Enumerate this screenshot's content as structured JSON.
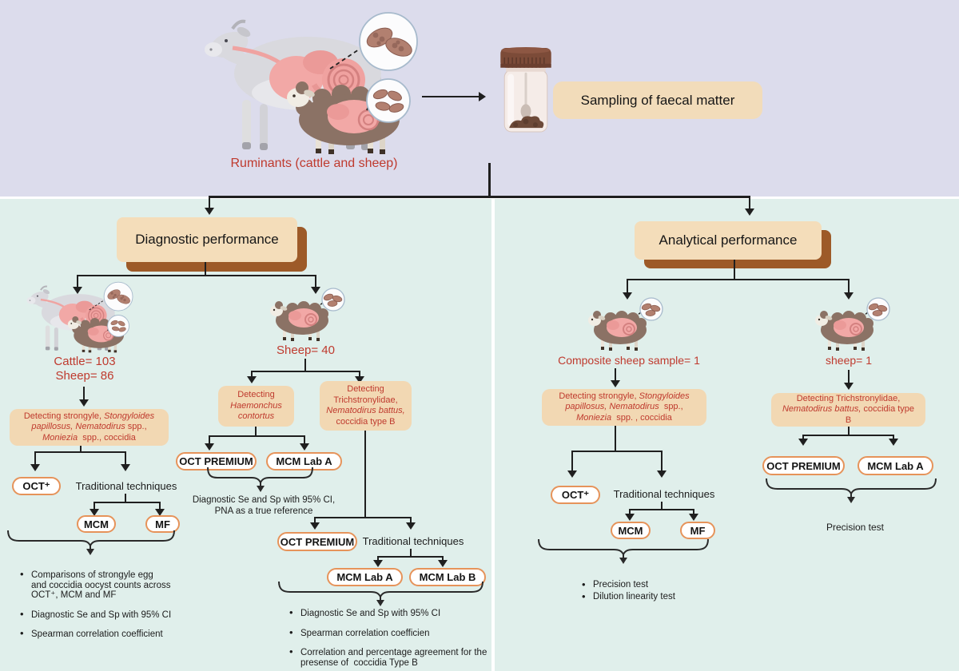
{
  "colors": {
    "top_band": "#dcdcec",
    "panel": "#e0efeb",
    "tan_box": "#f4ddba",
    "detect_box": "#f2d8b3",
    "header_shadow": "#9d5a28",
    "pill_border": "#e6935a",
    "red_text": "#bf3a2e",
    "line": "#1f1f1f"
  },
  "top": {
    "ruminants_label": "Ruminants (cattle and sheep)",
    "sampling_label": "Sampling of faecal matter"
  },
  "diagnostic": {
    "title": "Diagnostic performance",
    "cattle": {
      "count1": "Cattle= 103",
      "count2": "Sheep= 86",
      "detect": {
        "l1a": "Detecting strongyle, ",
        "l1b": "Stongyloides",
        "l2a": "papillosus, Nematodirus",
        "l2b": " spp.,",
        "l3a": "Moniezia",
        "l3b": "  spp., coccidia"
      },
      "oct": "OCT⁺",
      "traditional": "Traditional techniques",
      "mcm": "MCM",
      "mf": "MF",
      "bullets": [
        "Comparisons of strongyle egg and coccidia oocyst counts across OCT⁺, MCM and MF",
        "Diagnostic Se and Sp with 95% CI",
        "Spearman correlation coefficient"
      ]
    },
    "sheep": {
      "count": "Sheep= 40",
      "haemonchus": {
        "l1": "Detecting",
        "l2": "Haemonchus",
        "l3": "contortus"
      },
      "trich": {
        "l1": "Detecting",
        "l2": "Trichstronylidae,",
        "l3": "Nematodirus battus,",
        "l4": "coccidia type B"
      },
      "oct_premium": "OCT PREMIUM",
      "mcm_lab_a": "MCM Lab A",
      "pna_note1": "Diagnostic Se and Sp with 95% CI,",
      "pna_note2": "PNA as a true reference",
      "oct_premium2": "OCT PREMIUM",
      "traditional": "Traditional techniques",
      "mcm_lab_a2": "MCM Lab A",
      "mcm_lab_b": "MCM Lab B",
      "bullets": [
        "Diagnostic Se and Sp with 95% CI",
        "Spearman correlation coefficien",
        "Correlation and percentage agreement for the presense of  coccidia Type B"
      ]
    }
  },
  "analytical": {
    "title": "Analytical performance",
    "composite": {
      "count": "Composite sheep sample= 1",
      "detect": {
        "l1a": "Detecting strongyle, ",
        "l1b": "Stongyloides",
        "l2a": "papillosus, Nematodirus",
        "l2b": "  spp.,",
        "l3a": "Moniezia",
        "l3b": "  spp. , coccidia"
      },
      "oct": "OCT⁺",
      "traditional": "Traditional techniques",
      "mcm": "MCM",
      "mf": "MF",
      "bullets": [
        "Precision test",
        "Dilution linearity test"
      ]
    },
    "single": {
      "count": "sheep= 1",
      "detect": {
        "l1": "Detecting Trichstronylidae,",
        "l2a": "Nematodirus battus,",
        "l2b": " coccidia type",
        "l3": "B"
      },
      "oct_premium": "OCT PREMIUM",
      "mcm_lab_a": "MCM Lab A",
      "note": "Precision test"
    }
  }
}
